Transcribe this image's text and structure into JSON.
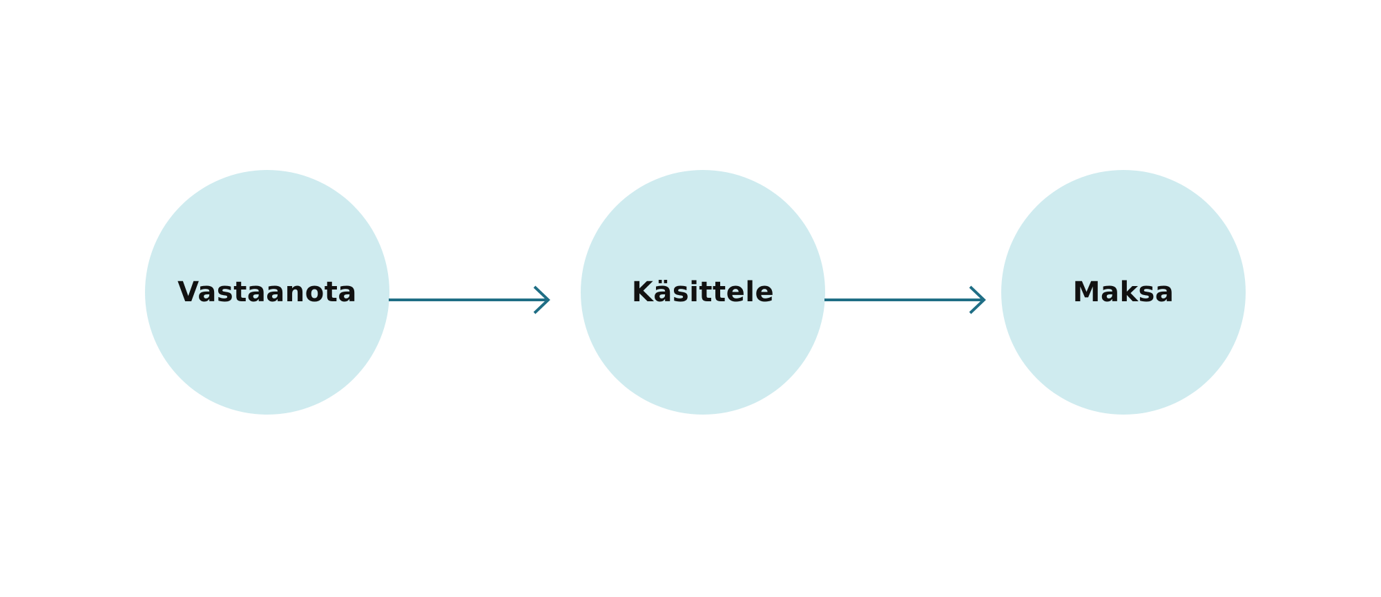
{
  "diagram": {
    "type": "process-flow",
    "steps": [
      {
        "label": "Vastaanota"
      },
      {
        "label": "Käsittele"
      },
      {
        "label": "Maksa"
      }
    ],
    "connections": [
      {
        "from": "Vastaanota",
        "to": "Käsittele"
      },
      {
        "from": "Käsittele",
        "to": "Maksa"
      }
    ],
    "colors": {
      "node_fill": "#cfebef",
      "arrow": "#1f6e85",
      "text": "#111111",
      "background": "#ffffff"
    }
  }
}
